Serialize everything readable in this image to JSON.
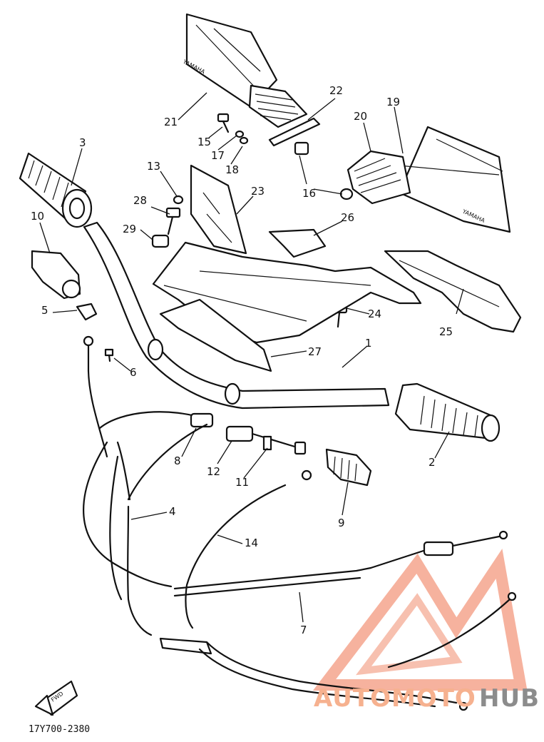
{
  "drawing_code": "17Y700-2380",
  "direction_marker": "FWD",
  "brand_text": "YAMAHA",
  "watermark": {
    "part1": "AUTOMOTO",
    "part2": "HUB",
    "colors": {
      "accent": "#f08a6e",
      "gray": "#8c8c8c"
    }
  },
  "callouts": {
    "p1": "1",
    "p2": "2",
    "p3": "3",
    "p4": "4",
    "p5": "5",
    "p6": "6",
    "p7": "7",
    "p8": "8",
    "p9": "9",
    "p10": "10",
    "p11": "11",
    "p12": "12",
    "p13": "13",
    "p14": "14",
    "p15": "15",
    "p16": "16",
    "p17": "17",
    "p18": "18",
    "p19": "19",
    "p20": "20",
    "p21": "21",
    "p22": "22",
    "p23": "23",
    "p24": "24",
    "p25": "25",
    "p26": "26",
    "p27": "27",
    "p28": "28",
    "p29": "29"
  }
}
